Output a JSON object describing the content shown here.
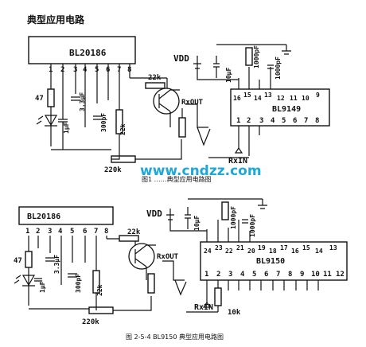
{
  "title": "典型应用电路",
  "watermark": "www.cndzz.com",
  "upper": {
    "chip_tx": "BL20186",
    "tx_pins": [
      "1",
      "2",
      "3",
      "4",
      "5",
      "6",
      "7",
      "8"
    ],
    "chip_rx": "BL9149",
    "rx_top_pins": [
      "16",
      "15",
      "14",
      "13",
      "12",
      "11",
      "10",
      "9"
    ],
    "rx_bottom_pins": [
      "1",
      "2",
      "3",
      "4",
      "5",
      "6",
      "7",
      "8"
    ],
    "vdd": "VDD",
    "r47": "47",
    "c1": "1μF",
    "c33": "3.3μF",
    "c300": "300pF",
    "r22k_v": "22k",
    "r22k_top": "22k",
    "r220k": "220k",
    "rxout": "RxOUT",
    "rxin": "RxIN",
    "c10": "10μF",
    "c1000a": "1000pF",
    "c1000b": "1000pF",
    "caption": "图1 ……典型应用电路图"
  },
  "lower": {
    "chip_tx": "BL20186",
    "tx_pins": [
      "1",
      "2",
      "3",
      "4",
      "5",
      "6",
      "7",
      "8"
    ],
    "chip_rx": "BL9150",
    "rx_top_pins": [
      "24",
      "23",
      "22",
      "21",
      "20",
      "19",
      "18",
      "17",
      "16",
      "15",
      "14",
      "13"
    ],
    "rx_bottom_pins": [
      "1",
      "2",
      "3",
      "4",
      "5",
      "6",
      "7",
      "8",
      "9",
      "10",
      "11",
      "12"
    ],
    "vdd": "VDD",
    "r47": "47",
    "c1": "1μF",
    "c33": "3.3μF",
    "c300": "300pF",
    "r22k_v": "22k",
    "r22k_top": "22k",
    "r220k": "220k",
    "rxout": "RxOUT",
    "rxin": "RxIN",
    "r10k": "10k",
    "c10": "10μF",
    "c1000a": "1000pF",
    "c1000b": "1000pF"
  },
  "caption": "图 2-5-4  BL9150 典型应用电路图"
}
